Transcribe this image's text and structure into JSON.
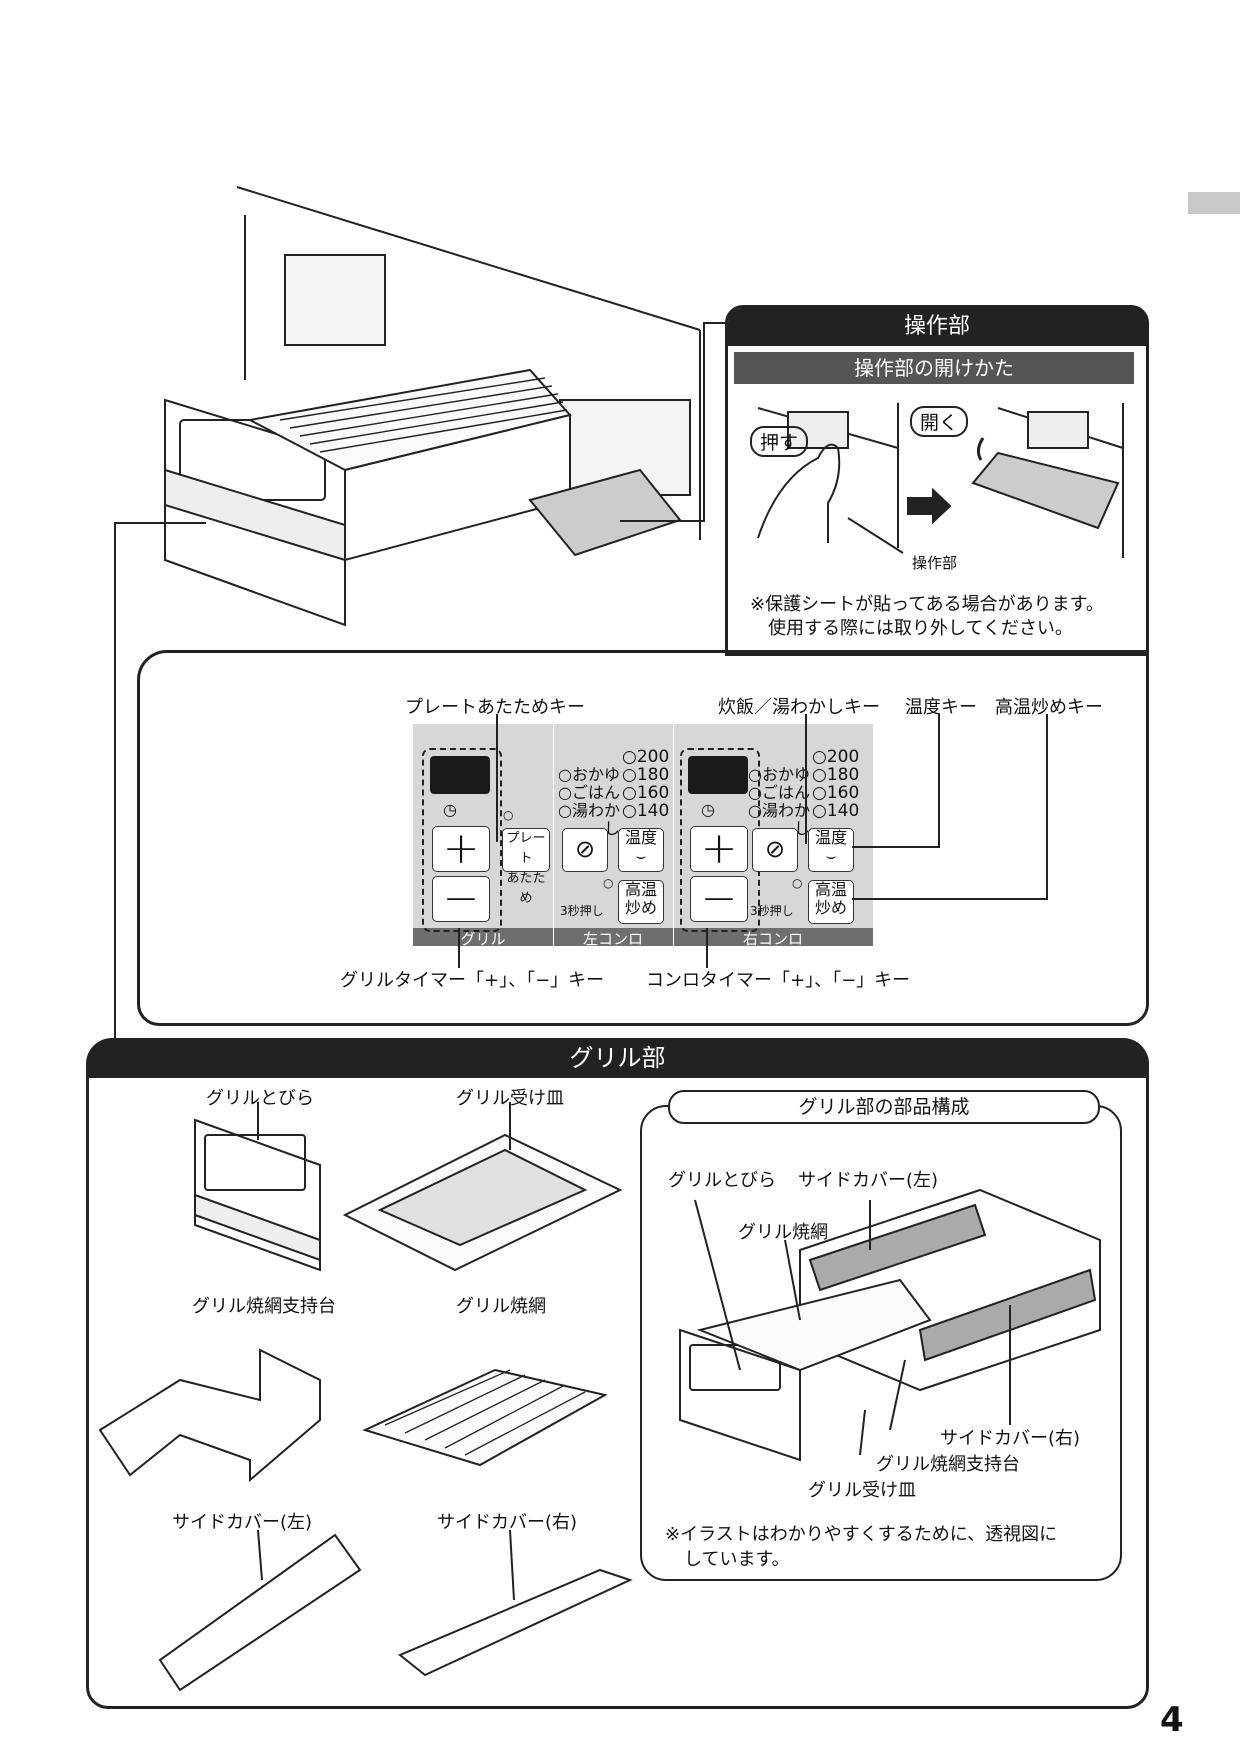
{
  "operation": {
    "title": "操作部",
    "howto_title": "操作部の開けかた",
    "press_label": "押す",
    "open_label": "開く",
    "part_label": "操作部",
    "note_line1": "※保護シートが貼ってある場合があります。",
    "note_line2": "使用する際には取り外してください。"
  },
  "panel": {
    "callouts": {
      "plate_key": "プレートあたためキー",
      "rice_key": "炊飯／湯わかしキー",
      "temp_key": "温度キー",
      "high_temp_key": "高温炒めキー",
      "grill_timer": "グリルタイマー「+」、「−」キー",
      "konro_timer": "コンロタイマー「+」、「−」キー"
    },
    "plate_btn_line1": "プレート",
    "plate_btn_line2": "あたため",
    "modes": [
      "○おかゆ",
      "○ごはん",
      "○湯わかし"
    ],
    "temps": [
      "○200",
      "○180",
      "○160",
      "○140"
    ],
    "temp_btn_line1": "温度",
    "high_btn_line1": "高温",
    "high_btn_line2": "炒め",
    "hold3": "3秒押し",
    "plus": "+",
    "minus": "−",
    "foot_grill": "グリル",
    "foot_left": "左コンロ",
    "foot_right": "右コンロ"
  },
  "grill": {
    "title": "グリル部",
    "parts": {
      "door": "グリルとびら",
      "tray": "グリル受け皿",
      "net_stand": "グリル焼網支持台",
      "net": "グリル焼網",
      "cover_left": "サイドカバー(左)",
      "cover_right": "サイドカバー(右)"
    },
    "composition": {
      "title": "グリル部の部品構成",
      "door": "グリルとびら",
      "cover_left": "サイドカバー(左)",
      "net": "グリル焼網",
      "cover_right": "サイドカバー(右)",
      "net_stand": "グリル焼網支持台",
      "tray": "グリル受け皿",
      "note_line1": "※イラストはわかりやすくするために、透視図に",
      "note_line2": "しています。"
    }
  },
  "page_number": "4"
}
